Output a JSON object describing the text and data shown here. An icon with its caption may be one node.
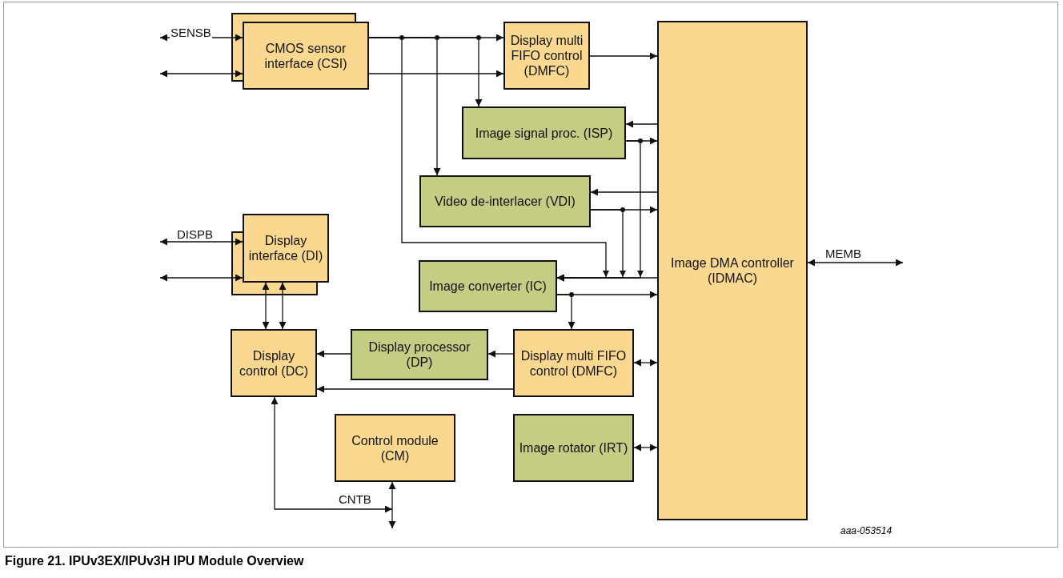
{
  "diagram": {
    "caption": "Figure 21. IPUv3EX/IPUv3H IPU Module Overview",
    "nodes": [
      {
        "text": [
          "CMOS sensor interface (CSI)"
        ]
      },
      {
        "text": [
          "Display multi FIFO control (DMFC)"
        ]
      },
      {
        "text": [
          "Image signal proc. (ISP)"
        ]
      },
      {
        "text": [
          "Video de-interlacer (VDI)"
        ]
      },
      {
        "text": [
          "Display interface (DI)"
        ]
      },
      {
        "text": [
          "Image converter (IC)"
        ]
      },
      {
        "text": [
          "Display control (DC)"
        ]
      },
      {
        "text": [
          "Display processor (DP)"
        ]
      },
      {
        "text": [
          "Display multi FIFO control (DMFC)"
        ]
      },
      {
        "text": [
          "Control module (CM)"
        ]
      },
      {
        "text": [
          "Image rotator (IRT)"
        ]
      },
      {
        "text": [
          "Image DMA controller (IDMAC)"
        ]
      }
    ],
    "edges": [
      {
        "from": null,
        "to": 0,
        "arrow": "both",
        "label": "SENSB"
      },
      {
        "from": null,
        "to": 0,
        "arrow": "both"
      },
      {
        "from": 0,
        "to": 1,
        "arrow": "to"
      },
      {
        "from": 0,
        "to": 1,
        "arrow": "to"
      },
      {
        "from": 0,
        "to": 2,
        "arrow": "to"
      },
      {
        "from": 0,
        "to": 3,
        "arrow": "to"
      },
      {
        "from": 0,
        "to": 5,
        "arrow": "to"
      },
      {
        "from": 1,
        "to": 11,
        "arrow": "to"
      },
      {
        "from": 11,
        "to": 2,
        "arrow": "to"
      },
      {
        "from": 2,
        "to": 11,
        "arrow": "to"
      },
      {
        "from": 2,
        "to": 5,
        "arrow": "to"
      },
      {
        "from": 11,
        "to": 3,
        "arrow": "to"
      },
      {
        "from": 3,
        "to": 11,
        "arrow": "to"
      },
      {
        "from": 3,
        "to": 5,
        "arrow": "to"
      },
      {
        "from": 11,
        "to": 5,
        "arrow": "to"
      },
      {
        "from": 5,
        "to": 11,
        "arrow": "to"
      },
      {
        "from": 5,
        "to": 8,
        "arrow": "to"
      },
      {
        "from": 8,
        "to": 11,
        "arrow": "both"
      },
      {
        "from": 8,
        "to": 7,
        "arrow": "to"
      },
      {
        "from": 7,
        "to": 6,
        "arrow": "to"
      },
      {
        "from": 8,
        "to": 6,
        "arrow": "to"
      },
      {
        "from": 10,
        "to": 11,
        "arrow": "both"
      },
      {
        "from": 11,
        "to": null,
        "arrow": "both",
        "label": "MEMB"
      },
      {
        "from": null,
        "to": 4,
        "arrow": "both",
        "label": "DISPB"
      },
      {
        "from": null,
        "to": 4,
        "arrow": "both"
      },
      {
        "from": 4,
        "to": 6,
        "arrow": "both"
      },
      {
        "from": 4,
        "to": 6,
        "arrow": "both"
      },
      {
        "from": null,
        "to": 6,
        "arrow": "both",
        "label": "CNTB"
      },
      {
        "from": null,
        "to": 9,
        "arrow": "both"
      }
    ],
    "labels": [
      "aaa-053514"
    ]
  }
}
